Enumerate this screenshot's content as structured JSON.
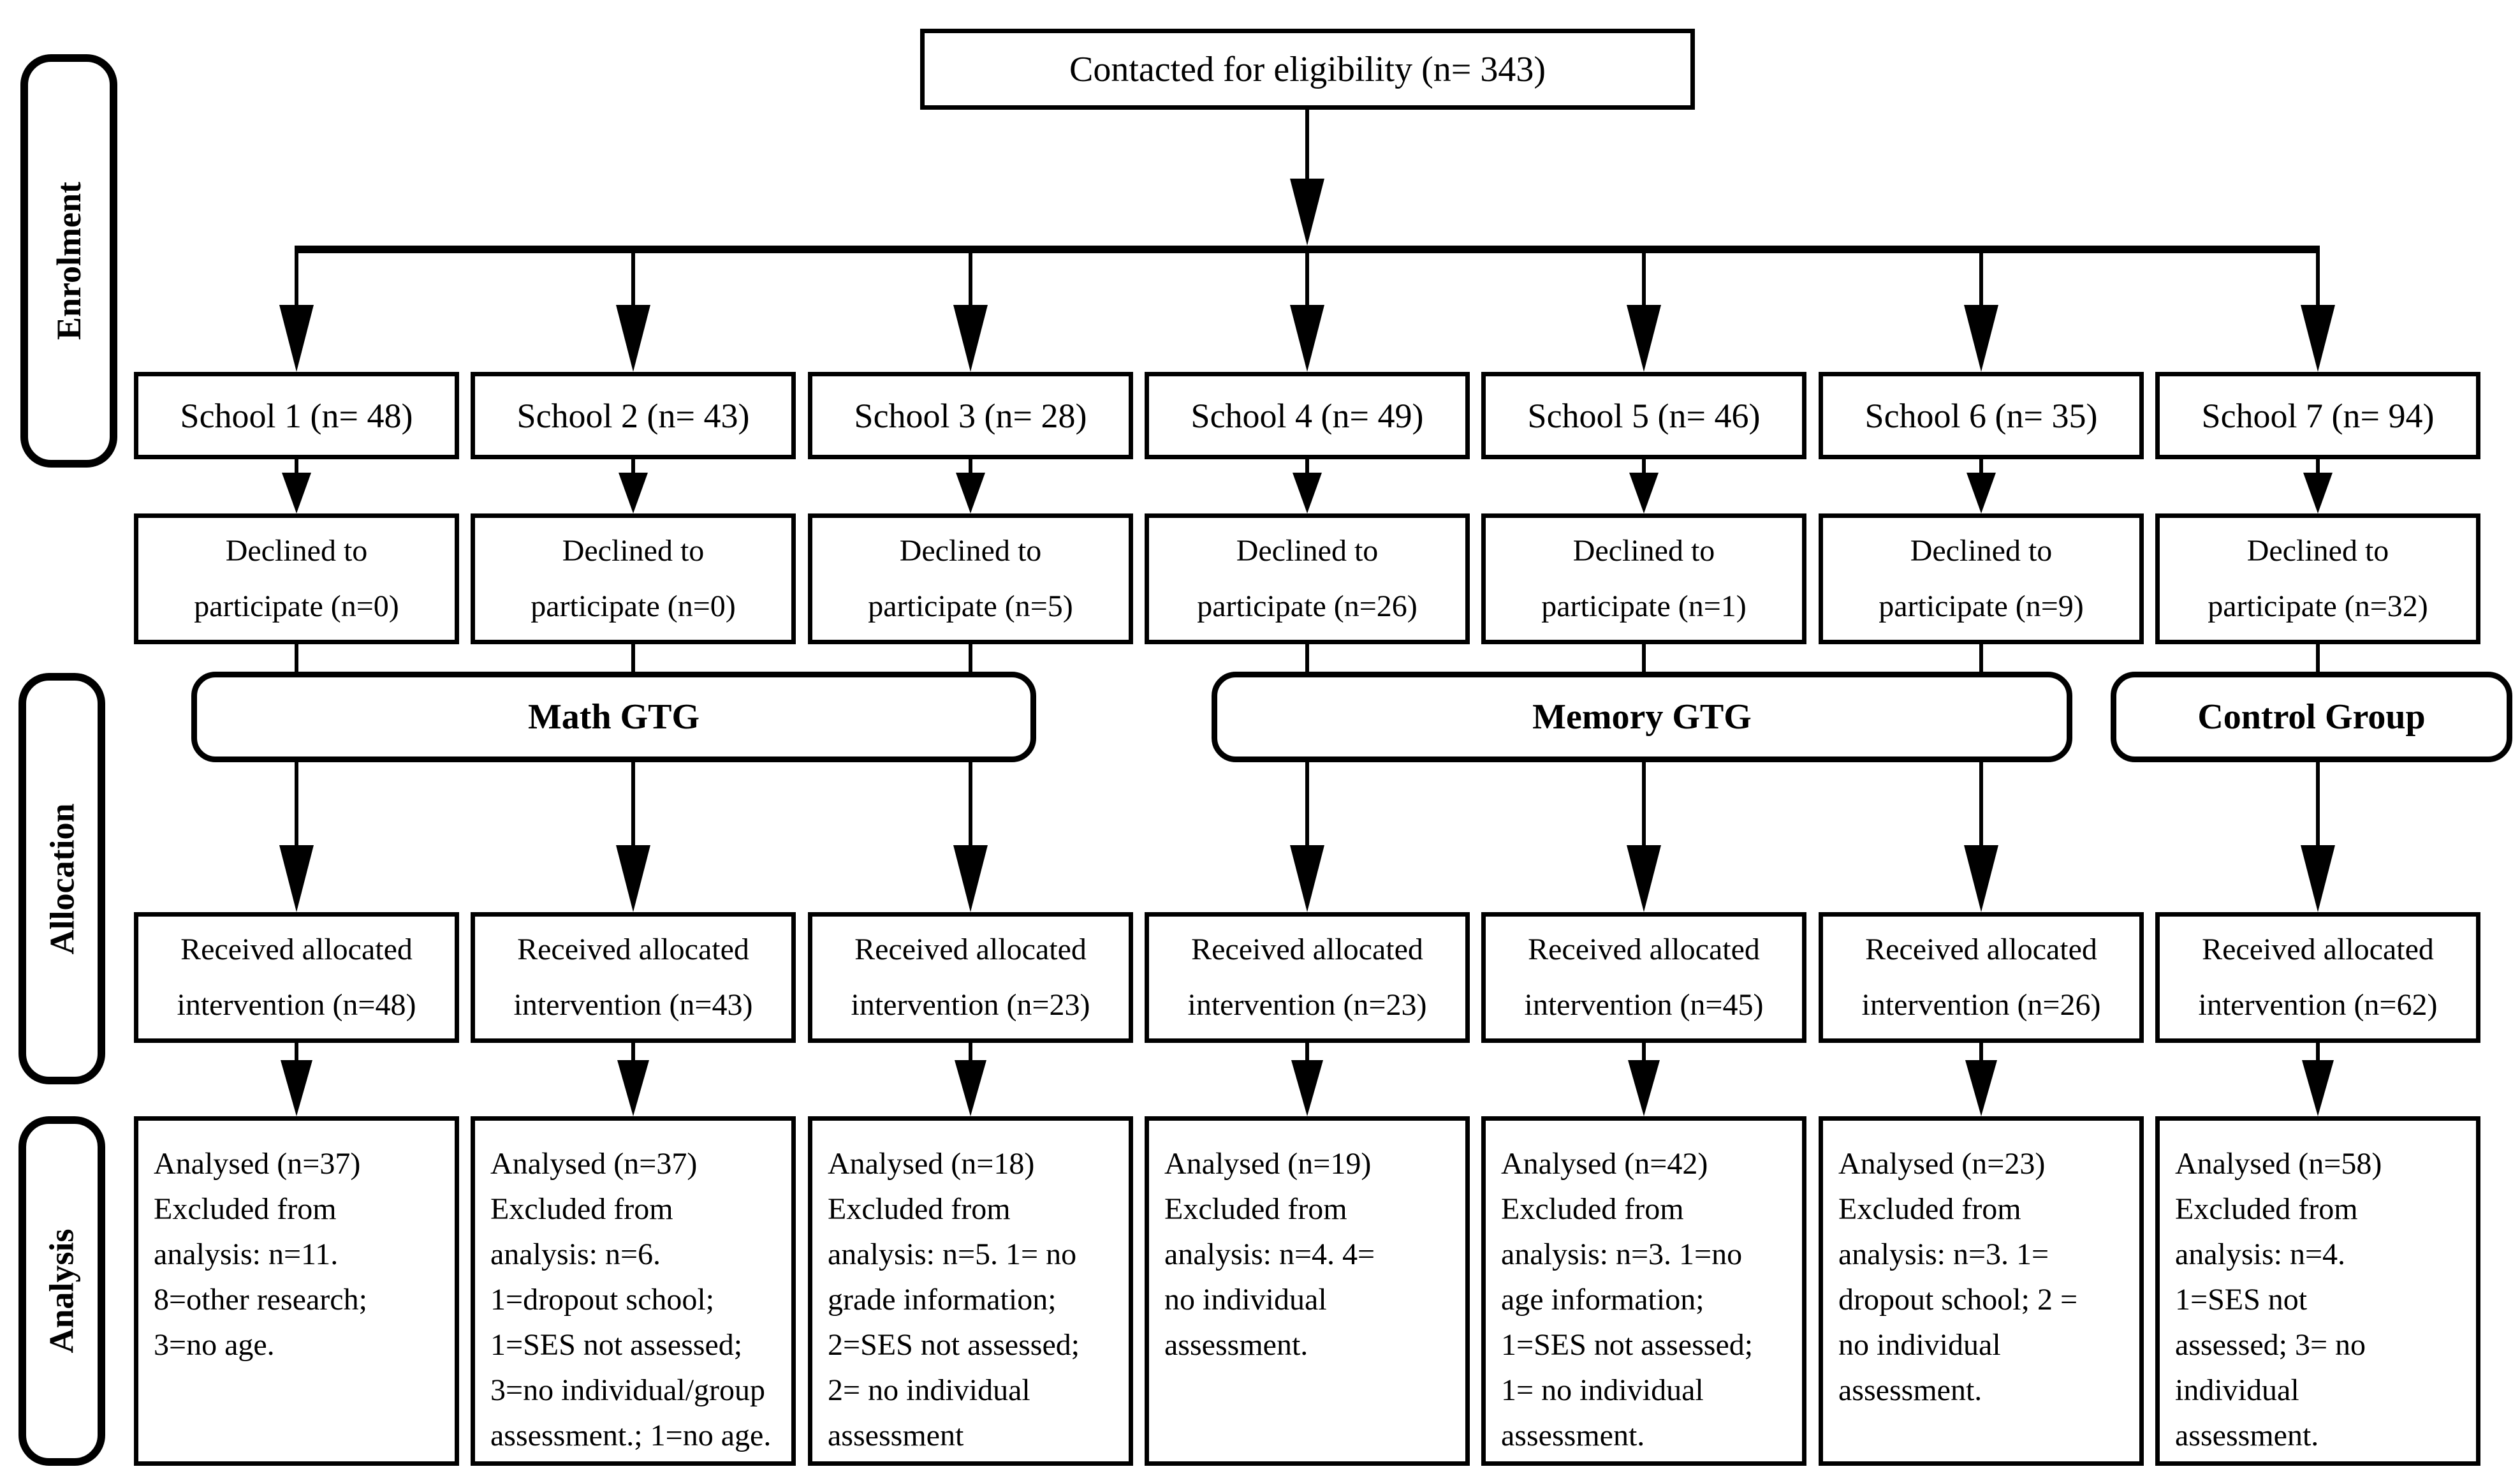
{
  "stages": {
    "enrolment": "Enrolment",
    "allocation": "Allocation",
    "analysis": "Analysis"
  },
  "top_box": {
    "label": "Contacted for eligibility (n= 343)"
  },
  "groups": {
    "math": "Math GTG",
    "memory": "Memory GTG",
    "control": "Control Group"
  },
  "columns": [
    {
      "school": "School 1 (n= 48)",
      "declined": "Declined to\nparticipate (n=0)",
      "received": "Received allocated\nintervention (n=48)",
      "analysed": "Analysed (n=37)\nExcluded from\nanalysis: n=11.\n8=other research;\n3=no age."
    },
    {
      "school": "School 2 (n= 43)",
      "declined": "Declined to\nparticipate (n=0)",
      "received": "Received allocated\nintervention (n=43)",
      "analysed": "Analysed (n=37)\nExcluded from\nanalysis: n=6.\n1=dropout school;\n1=SES not assessed;\n3=no individual/group\nassessment.; 1=no age."
    },
    {
      "school": "School 3 (n= 28)",
      "declined": "Declined to\nparticipate (n=5)",
      "received": "Received allocated\nintervention (n=23)",
      "analysed": "Analysed (n=18)\nExcluded from\nanalysis: n=5. 1= no\ngrade information;\n2=SES not assessed;\n2= no individual\nassessment"
    },
    {
      "school": "School 4 (n= 49)",
      "declined": "Declined to\nparticipate (n=26)",
      "received": "Received allocated\nintervention (n=23)",
      "analysed": "Analysed (n=19)\nExcluded from\nanalysis: n=4. 4=\nno individual\nassessment."
    },
    {
      "school": "School 5 (n= 46)",
      "declined": "Declined to\nparticipate (n=1)",
      "received": "Received allocated\nintervention (n=45)",
      "analysed": "Analysed (n=42)\nExcluded from\nanalysis: n=3. 1=no\nage information;\n1=SES not assessed;\n1= no individual\nassessment."
    },
    {
      "school": "School 6 (n= 35)",
      "declined": "Declined to\nparticipate (n=9)",
      "received": "Received allocated\nintervention (n=26)",
      "analysed": "Analysed (n=23)\nExcluded from\nanalysis: n=3. 1=\ndropout school; 2 =\nno individual\nassessment."
    },
    {
      "school": "School 7 (n= 94)",
      "declined": "Declined to\nparticipate (n=32)",
      "received": "Received allocated\nintervention (n=62)",
      "analysed": "Analysed (n=58)\nExcluded from\nanalysis: n=4.\n1=SES not\nassessed; 3= no\nindividual\nassessment."
    }
  ]
}
